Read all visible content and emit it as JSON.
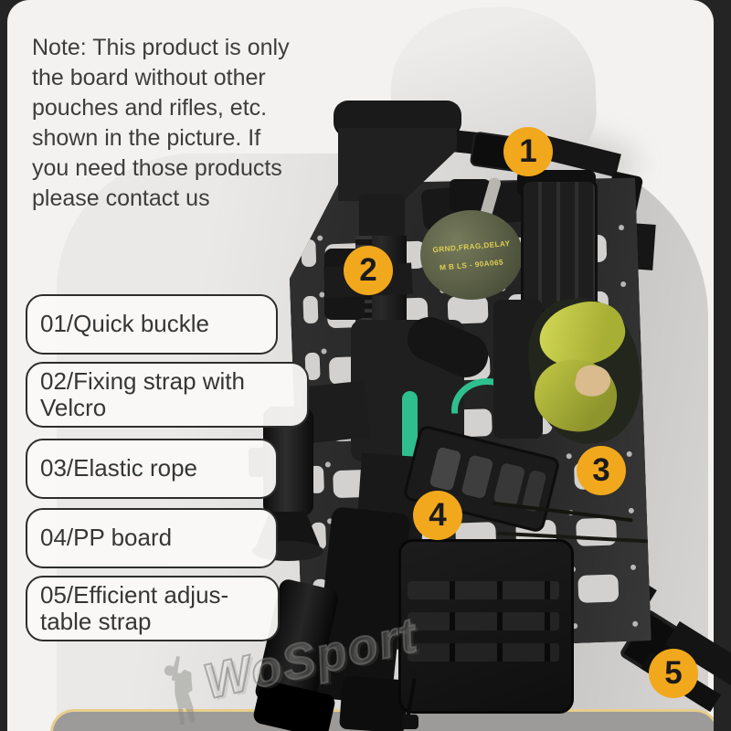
{
  "note": {
    "text": "Note: This product is only\nthe board without other\npouches and rifles, etc.\nshown in the picture. If\nyou need those products\nplease contact us"
  },
  "features": [
    {
      "label": "01/Quick buckle"
    },
    {
      "label": "02/Fixing strap with\nVelcro"
    },
    {
      "label": "03/Elastic rope"
    },
    {
      "label": "04/PP board"
    },
    {
      "label": "05/Efficient adjus-\ntable strap"
    }
  ],
  "callouts": [
    {
      "number": "1"
    },
    {
      "number": "2"
    },
    {
      "number": "3"
    },
    {
      "number": "4"
    },
    {
      "number": "5"
    }
  ],
  "grenade_markings": {
    "line1": "GRND,FRAG,DELAY",
    "line2": "M B LS - 90A065"
  },
  "watermark": {
    "text": "WoSport"
  },
  "colors": {
    "callout_badge": "#F2A81C",
    "card_border_gold": "#E7CE8D",
    "frame_dark": "#242424",
    "goggle_lens_yellow": "#C8CF45",
    "grenade_olive": "#5C6148",
    "accent_green": "#2FBE8E"
  }
}
